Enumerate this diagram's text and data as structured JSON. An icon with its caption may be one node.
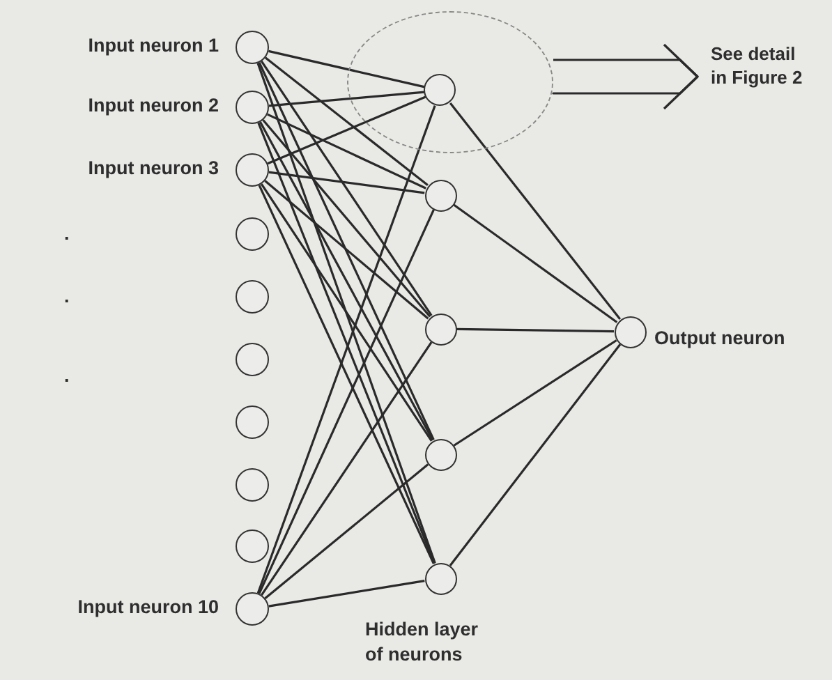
{
  "diagram": {
    "nodes": [
      {
        "text": [],
        "shape": "circle",
        "beside": [
          "Input neuron 1"
        ]
      },
      {
        "text": [],
        "shape": "circle",
        "beside": [
          "Input neuron 2"
        ]
      },
      {
        "text": [],
        "shape": "circle",
        "beside": [
          "Input neuron 3"
        ]
      },
      {
        "text": [],
        "shape": "circle"
      },
      {
        "text": [],
        "shape": "circle"
      },
      {
        "text": [],
        "shape": "circle"
      },
      {
        "text": [],
        "shape": "circle"
      },
      {
        "text": [],
        "shape": "circle"
      },
      {
        "text": [],
        "shape": "circle"
      },
      {
        "text": [],
        "shape": "circle",
        "beside": [
          "Input neuron 10"
        ]
      },
      {
        "text": [],
        "shape": "circle",
        "in": 16
      },
      {
        "text": [],
        "shape": "circle"
      },
      {
        "text": [],
        "shape": "circle"
      },
      {
        "text": [],
        "shape": "circle"
      },
      {
        "text": [],
        "shape": "circle"
      },
      {
        "text": [],
        "shape": "circle",
        "beside": [
          "Output neuron"
        ]
      },
      {
        "text": [],
        "shape": "ellipse"
      },
      {
        "text": [
          "See detail in Figure 2"
        ]
      }
    ],
    "edges": [
      {
        "from": 0,
        "to": 10,
        "arrow": "none"
      },
      {
        "from": 0,
        "to": 11,
        "arrow": "none"
      },
      {
        "from": 0,
        "to": 12,
        "arrow": "none"
      },
      {
        "from": 0,
        "to": 13,
        "arrow": "none"
      },
      {
        "from": 0,
        "to": 14,
        "arrow": "none"
      },
      {
        "from": 1,
        "to": 10,
        "arrow": "none"
      },
      {
        "from": 1,
        "to": 11,
        "arrow": "none"
      },
      {
        "from": 1,
        "to": 12,
        "arrow": "none"
      },
      {
        "from": 1,
        "to": 13,
        "arrow": "none"
      },
      {
        "from": 1,
        "to": 14,
        "arrow": "none"
      },
      {
        "from": 2,
        "to": 10,
        "arrow": "none"
      },
      {
        "from": 2,
        "to": 11,
        "arrow": "none"
      },
      {
        "from": 2,
        "to": 12,
        "arrow": "none"
      },
      {
        "from": 2,
        "to": 13,
        "arrow": "none"
      },
      {
        "from": 2,
        "to": 14,
        "arrow": "none"
      },
      {
        "from": 9,
        "to": 10,
        "arrow": "none"
      },
      {
        "from": 9,
        "to": 11,
        "arrow": "none"
      },
      {
        "from": 9,
        "to": 12,
        "arrow": "none"
      },
      {
        "from": 9,
        "to": 13,
        "arrow": "none"
      },
      {
        "from": 9,
        "to": 14,
        "arrow": "none"
      },
      {
        "from": 10,
        "to": 15,
        "arrow": "none"
      },
      {
        "from": 11,
        "to": 15,
        "arrow": "none"
      },
      {
        "from": 12,
        "to": 15,
        "arrow": "none"
      },
      {
        "from": 13,
        "to": 15,
        "arrow": "none"
      },
      {
        "from": 14,
        "to": 15,
        "arrow": "none"
      },
      {
        "from": 16,
        "to": 17,
        "arrow": "to"
      }
    ],
    "labels": [
      ".",
      ".",
      ".",
      "Hidden layer of neurons"
    ]
  }
}
